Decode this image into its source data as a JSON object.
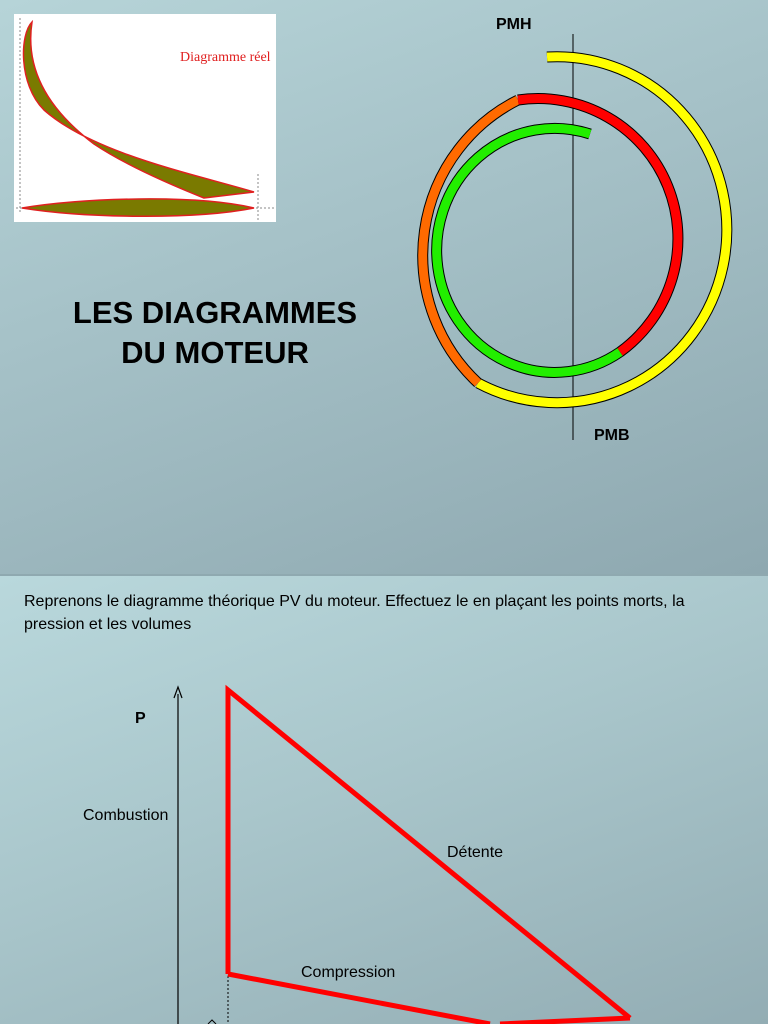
{
  "slide1": {
    "inset": {
      "label": "Diagramme réel"
    },
    "title_line1": "LES DIAGRAMMES",
    "title_line2": "DU MOTEUR",
    "cycle": {
      "top_label": "PMH",
      "bottom_label": "PMB",
      "colors": {
        "yellow": "#ffff00",
        "red": "#ff0000",
        "orange": "#ff6a00",
        "green": "#22ee00"
      }
    }
  },
  "slide2": {
    "intro": "Reprenons le diagramme théorique PV du moteur. Effectuez le en plaçant les points morts, la pression et les volumes",
    "labels": {
      "p_axis": "P",
      "combustion": "Combustion",
      "detente": "Détente",
      "compression": "Compression"
    },
    "line_color": "#ff0000"
  }
}
